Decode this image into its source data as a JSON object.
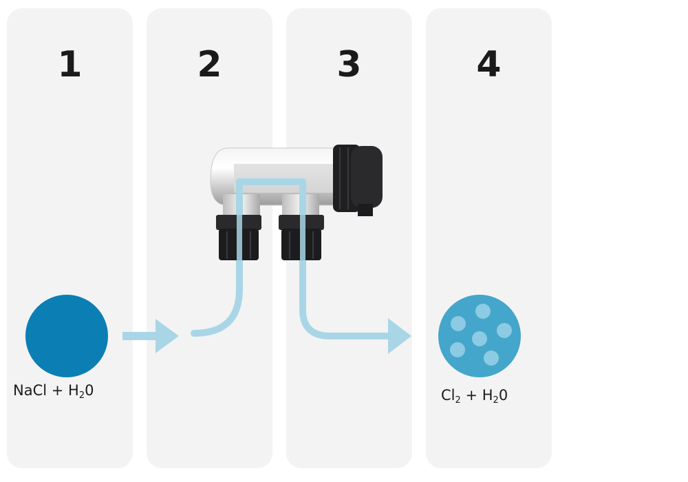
{
  "steps": [
    {
      "number": "1"
    },
    {
      "number": "2"
    },
    {
      "number": "3"
    },
    {
      "number": "4"
    }
  ],
  "formulas": {
    "input": {
      "left": "NaCl + H",
      "sub": "2",
      "right": "0"
    },
    "output": {
      "a": "Cl",
      "a_sub": "2",
      "mid": " + H",
      "b_sub": "2",
      "b": "0"
    }
  },
  "colors": {
    "panel": "#f3f3f4",
    "salt_water": "#0b7fb3",
    "chlorinated_water": "#44a6ca",
    "bubbles": "#8ccbe3",
    "flow": "#a9d6e6",
    "fitting_dark": "#1c1c1e"
  }
}
